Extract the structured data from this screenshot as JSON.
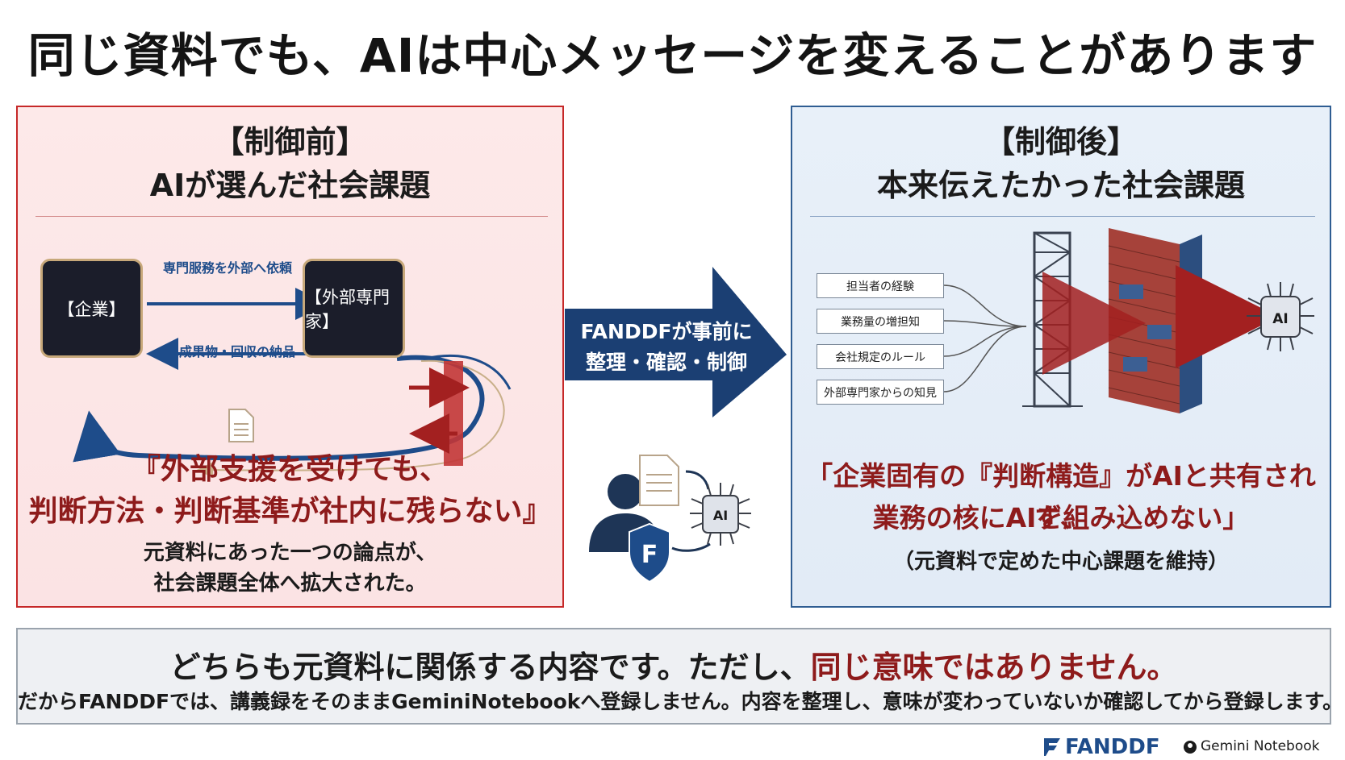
{
  "title": "同じ資料でも、AIは中心メッセージを変えることがあります",
  "left_panel": {
    "heading_line1": "【制御前】",
    "heading_line2": "AIが選んだ社会課題",
    "company_label": "【企業】",
    "expert_label": "【外部専門家】",
    "request_label": "専門服務を外部へ依頼",
    "delivery_label": "成果物・回収の納品",
    "quote_line1": "『外部支援を受けても、",
    "quote_line2": "判断方法・判断基準が社内に残らない』",
    "note_line1": "元資料にあった一つの論点が、",
    "note_line2": "社会課題全体へ拡大された。"
  },
  "center_arrow": {
    "line1": "FANDDFが事前に",
    "line2": "整理・確認・制御"
  },
  "center_icons": {
    "ai_chip_label": "AI",
    "shield_letter": "F"
  },
  "right_panel": {
    "heading_line1": "【制御後】",
    "heading_line2": "本来伝えたかった社会課題",
    "factors": [
      "担当者の経験",
      "業務量の増担知",
      "会社規定のルール",
      "外部専門家からの知見"
    ],
    "ai_chip_label": "AI",
    "quote_line1": "「企業固有の『判断構造』がAIと共有されず、",
    "quote_line2": "業務の核にAIを組み込めない」",
    "note": "（元資料で定めた中心課題を維持）"
  },
  "bottom": {
    "line1_normal": "どちらも元資料に関係する内容です。ただし、",
    "line1_red": "同じ意味ではありません。",
    "line2": "だからFANDDFでは、講義録をそのままGeminiNotebookへ登録しません。内容を整理し、意味が変わっていないか確認してから登録します。"
  },
  "footer": {
    "brand": "FANDDF",
    "partner": "Gemini Notebook"
  },
  "colors": {
    "accent_red": "#8e1b1b",
    "navy": "#1e4c8a",
    "left_bg": "#fde9e9",
    "right_bg": "#e8f0f9"
  }
}
